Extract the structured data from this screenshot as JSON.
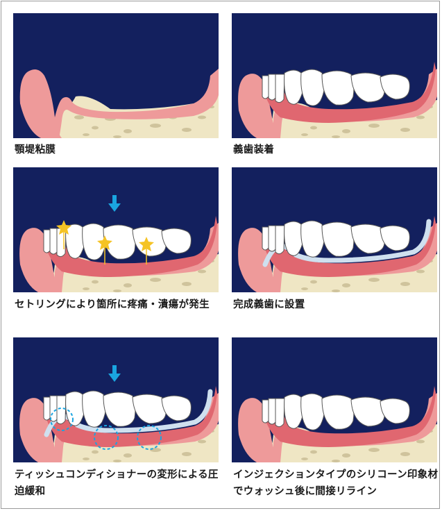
{
  "figure": {
    "panels": [
      {
        "id": "p1",
        "caption": "顎堤粘膜"
      },
      {
        "id": "p2",
        "caption": "義歯装着"
      },
      {
        "id": "p3",
        "caption": "セトリングにより箇所に疼痛・潰瘍が発生"
      },
      {
        "id": "p4",
        "caption": "完成義歯に設置"
      },
      {
        "id": "p5",
        "caption": "ティッシュコンディショナーの変形による圧迫緩和"
      },
      {
        "id": "p6",
        "caption": "インジェクションタイプのシリコーン印象材でウォッシュ後に間接リライン"
      }
    ]
  },
  "colors": {
    "background": "#13205e",
    "gum": "#ee9a9a",
    "gum_dark": "#e06770",
    "bone": "#efe6c4",
    "bone_spot": "#cfc39c",
    "tooth": "#ffffff",
    "liner": "#cfe0ef",
    "arrow": "#1aa5e0",
    "star": "#f5c324"
  }
}
